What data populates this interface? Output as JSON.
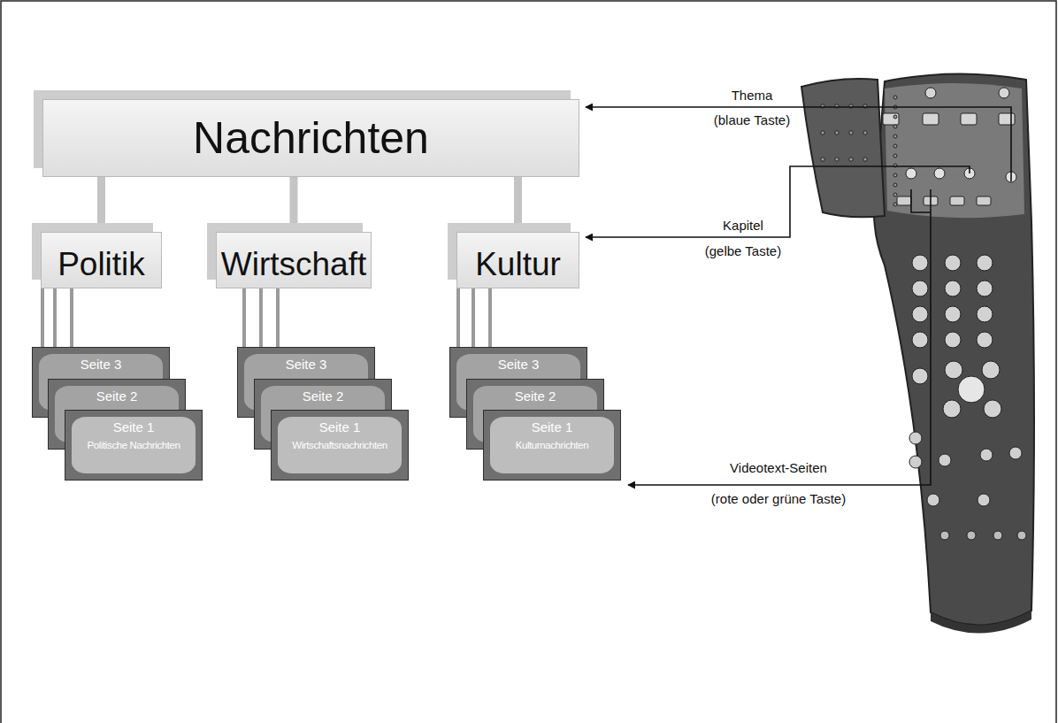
{
  "diagram": {
    "nodes": [
      {
        "text": [
          "Nachrichten"
        ]
      },
      {
        "text": [
          "Politik"
        ]
      },
      {
        "text": [
          "Wirtschaft"
        ]
      },
      {
        "text": [
          "Kultur"
        ]
      },
      {
        "text": [
          "Seite 3"
        ]
      },
      {
        "text": [
          "Seite 2"
        ]
      },
      {
        "text": [
          "Seite 1",
          "Politische Nachrichten"
        ]
      },
      {
        "text": [
          "Seite 3"
        ]
      },
      {
        "text": [
          "Seite 2"
        ]
      },
      {
        "text": [
          "Seite 1",
          "Wirtschaftsnachrichten"
        ]
      },
      {
        "text": [
          "Seite 3"
        ]
      },
      {
        "text": [
          "Seite 2"
        ]
      },
      {
        "text": [
          "Seite 1",
          "Kulturnachrichten"
        ]
      }
    ],
    "edges": [
      {
        "from": 0,
        "to": 1,
        "arrow": "none"
      },
      {
        "from": 0,
        "to": 2,
        "arrow": "none"
      },
      {
        "from": 0,
        "to": 3,
        "arrow": "none"
      },
      {
        "from": 1,
        "to": 4,
        "arrow": "none"
      },
      {
        "from": 1,
        "to": 5,
        "arrow": "none"
      },
      {
        "from": 1,
        "to": 6,
        "arrow": "none"
      },
      {
        "from": 2,
        "to": 7,
        "arrow": "none"
      },
      {
        "from": 2,
        "to": 8,
        "arrow": "none"
      },
      {
        "from": 2,
        "to": 9,
        "arrow": "none"
      },
      {
        "from": 3,
        "to": 10,
        "arrow": "none"
      },
      {
        "from": 3,
        "to": 11,
        "arrow": "none"
      },
      {
        "from": 3,
        "to": 12,
        "arrow": "none"
      }
    ],
    "labels": [
      "Thema",
      "(blaue Taste)",
      "Kapitel",
      "(gelbe Taste)",
      "Videotext-Seiten",
      "(rote oder grüne Taste)"
    ]
  }
}
